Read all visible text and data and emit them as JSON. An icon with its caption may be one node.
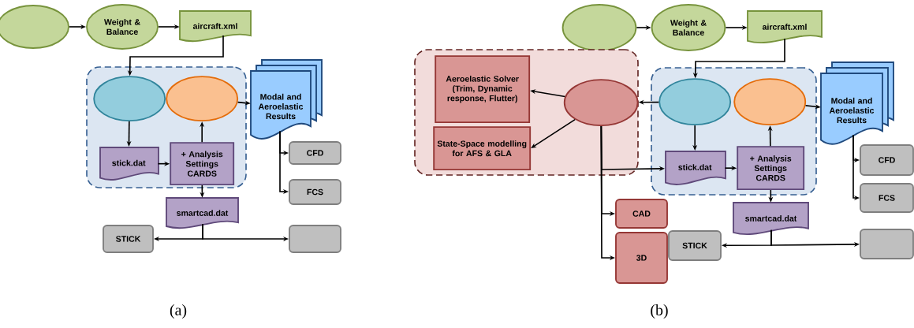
{
  "diagram": {
    "nodes": [
      {
        "text": [],
        "shape": "ellipse"
      },
      {
        "text": [
          "Weight & Balance"
        ]
      },
      {
        "text": [
          "aircraft.xml"
        ]
      },
      {
        "text": [],
        "shape": "box"
      },
      {
        "text": [],
        "shape": "ellipse",
        "in": 3
      },
      {
        "text": [],
        "shape": "ellipse",
        "in": 3
      },
      {
        "text": [
          "stick.dat"
        ],
        "in": 3
      },
      {
        "text": [
          "+ Analysis Settings CARDS"
        ],
        "in": 3
      },
      {
        "text": [
          "Modal and Aeroelastic Results"
        ]
      },
      {
        "text": [
          "CFD"
        ]
      },
      {
        "text": [
          "FCS"
        ]
      },
      {
        "text": [
          "smartcad.dat"
        ]
      },
      {
        "text": [
          "STICK"
        ]
      },
      {
        "text": [],
        "shape": "box"
      },
      {
        "text": [],
        "shape": "ellipse"
      },
      {
        "text": [
          "Weight & Balance"
        ]
      },
      {
        "text": [
          "aircraft.xml"
        ]
      },
      {
        "text": [],
        "shape": "box"
      },
      {
        "text": [
          "Aeroelastic Solver (Trim, Dynamic response, Flutter)"
        ],
        "in": 17
      },
      {
        "text": [
          "State-Space modelling for AFS & GLA"
        ],
        "in": 17
      },
      {
        "text": [],
        "shape": "ellipse",
        "in": 17
      },
      {
        "text": [],
        "shape": "box"
      },
      {
        "text": [],
        "shape": "ellipse",
        "in": 21
      },
      {
        "text": [],
        "shape": "ellipse",
        "in": 21
      },
      {
        "text": [
          "stick.dat"
        ],
        "in": 21
      },
      {
        "text": [
          "+ Analysis Settings CARDS"
        ],
        "in": 21
      },
      {
        "text": [
          "Modal and Aeroelastic Results"
        ]
      },
      {
        "text": [
          "CFD"
        ]
      },
      {
        "text": [
          "FCS"
        ]
      },
      {
        "text": [
          "smartcad.dat"
        ]
      },
      {
        "text": [
          "CAD"
        ]
      },
      {
        "text": [
          "3D"
        ]
      },
      {
        "text": [
          "STICK"
        ]
      },
      {
        "text": [],
        "shape": "box"
      }
    ],
    "edges": [
      {
        "from": 0,
        "to": 1,
        "arrow": "to"
      },
      {
        "from": 1,
        "to": 2,
        "arrow": "to"
      },
      {
        "from": 2,
        "to": 4,
        "arrow": "to"
      },
      {
        "from": 4,
        "to": 6,
        "arrow": "to"
      },
      {
        "from": 6,
        "to": 7,
        "arrow": "to"
      },
      {
        "from": 7,
        "to": 5,
        "arrow": "to"
      },
      {
        "from": 5,
        "to": 8,
        "arrow": "to"
      },
      {
        "from": 8,
        "to": 9,
        "arrow": "to"
      },
      {
        "from": 8,
        "to": 10,
        "arrow": "to"
      },
      {
        "from": 7,
        "to": 11,
        "arrow": "to"
      },
      {
        "from": 11,
        "to": 12,
        "arrow": "to"
      },
      {
        "from": 11,
        "to": 13,
        "arrow": "to"
      },
      {
        "from": 14,
        "to": 15,
        "arrow": "to"
      },
      {
        "from": 15,
        "to": 16,
        "arrow": "to"
      },
      {
        "from": 16,
        "to": 22,
        "arrow": "to"
      },
      {
        "from": 22,
        "to": 20,
        "arrow": "to"
      },
      {
        "from": 20,
        "to": 18,
        "arrow": "to"
      },
      {
        "from": 20,
        "to": 19,
        "arrow": "to"
      },
      {
        "from": 22,
        "to": 24,
        "arrow": "to"
      },
      {
        "from": 24,
        "to": 25,
        "arrow": "to"
      },
      {
        "from": 25,
        "to": 23,
        "arrow": "to"
      },
      {
        "from": 23,
        "to": 26,
        "arrow": "to"
      },
      {
        "from": 26,
        "to": 27,
        "arrow": "to"
      },
      {
        "from": 26,
        "to": 28,
        "arrow": "to"
      },
      {
        "from": 25,
        "to": 29,
        "arrow": "to"
      },
      {
        "from": 29,
        "to": 32,
        "arrow": "to"
      },
      {
        "from": 29,
        "to": 33,
        "arrow": "to"
      },
      {
        "from": 20,
        "to": 24,
        "arrow": "to"
      },
      {
        "from": 20,
        "to": 30,
        "arrow": "to"
      },
      {
        "from": 20,
        "to": 31,
        "arrow": "to"
      }
    ],
    "labels": [
      "(a)",
      "(b)"
    ]
  }
}
